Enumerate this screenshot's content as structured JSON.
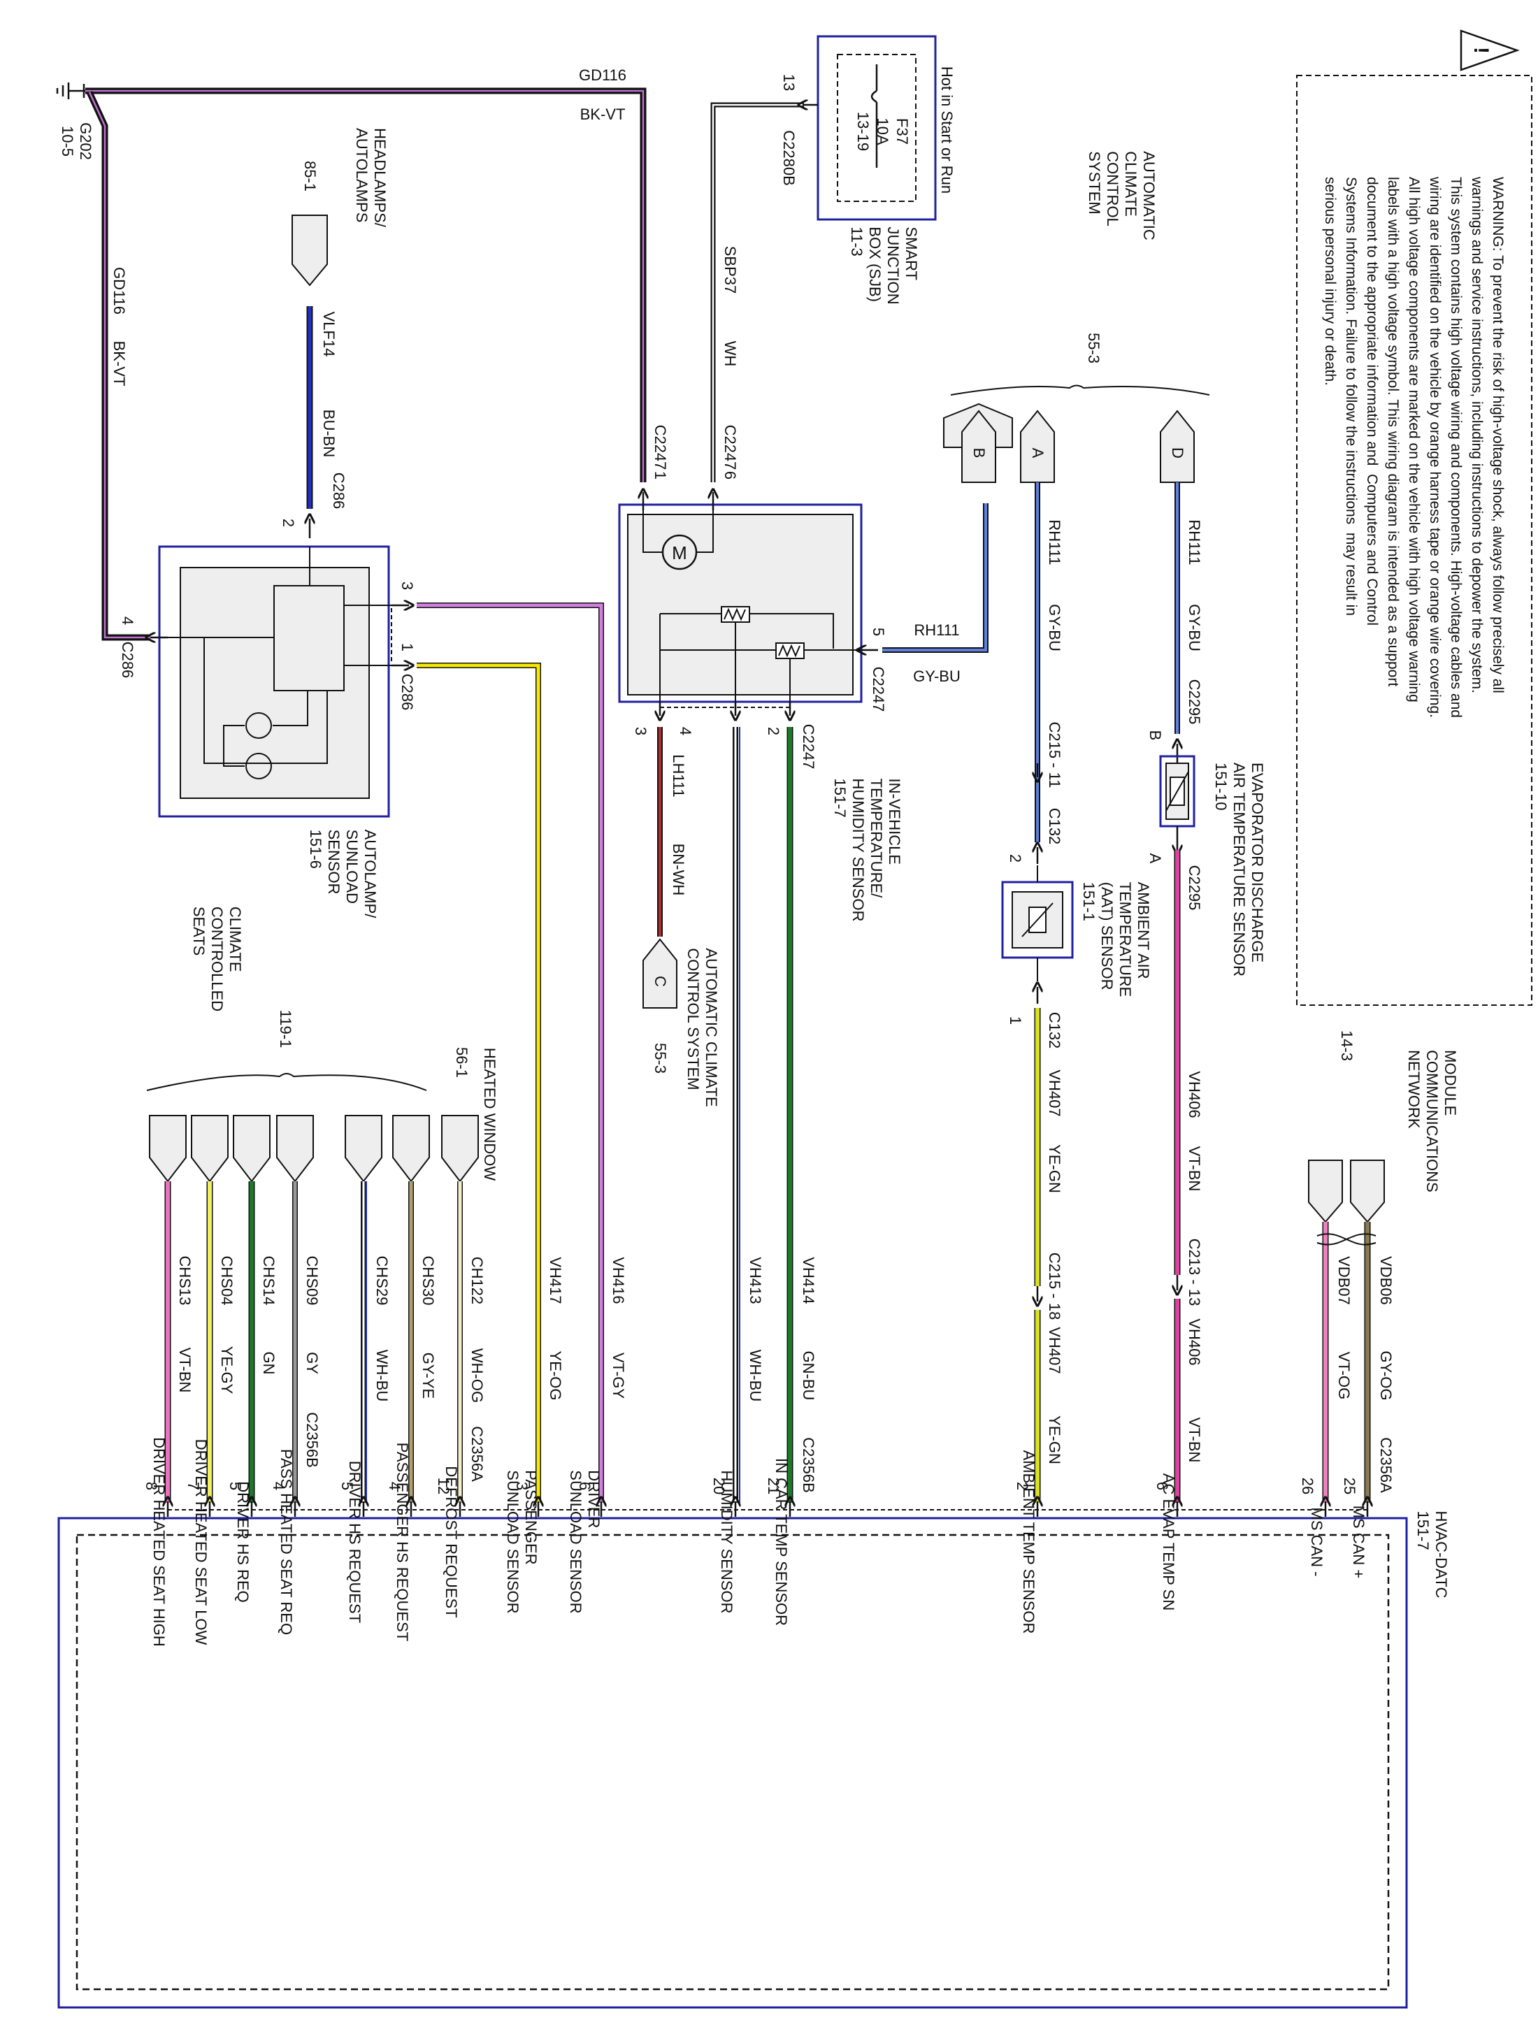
{
  "warning": {
    "text": "WARNING: To prevent the risk of high-voltage shock, always follow precisely all\nwarnings and service instructions, including instructions to depower the system.\nThis system contains high voltage wiring and components. High-voltage cables and\nwiring are identified on the vehicle by orange harness tape or orange wire covering.\nAll high voltage components are marked on the vehicle with high voltage warning\nlabels with a high voltage symbol. This wiring diagram is intended as a support\ndocument to the appropriate information and  Computers and Control\nSystems Information. Failure to follow the instructions  may result in\nserious personal injury or death.",
    "symbol": "!"
  },
  "components": {
    "ground": {
      "name": "G202",
      "ref": "10-5"
    },
    "sjb": {
      "title": "SMART\nJUNCTION\nBOX (SJB)\n11-3",
      "fuse": "F37",
      "amps": "10A",
      "ref": "13-19",
      "feed": "Hot in Start or Run",
      "connector": "C2280B",
      "pin": "13"
    },
    "headlamps": {
      "title": "HEADLAMPS/\nAUTOLAMPS",
      "ref": "85-1"
    },
    "autolamp_sensor": {
      "title": "AUTOLAMP/\nSUNLOAD\nSENSOR\n151-6"
    },
    "acc_system": {
      "title": "AUTOMATIC\nCLIMATE\nCONTROL\nSYSTEM",
      "ref": "55-3"
    },
    "acc_system2": {
      "title": "AUTOMATIC CLIMATE\nCONTROL SYSTEM",
      "ref": "55-3"
    },
    "in_vehicle_sensor": {
      "title": "IN-VEHICLE\nTEMPERATURE/\nHUMIDITY SENSOR\n151-7"
    },
    "evap_sensor": {
      "title": "EVAPORATOR DISCHARGE\nAIR TEMPERATURE SENSOR\n151-10"
    },
    "aat_sensor": {
      "title": "AMBIENT AIR\nTEMPERATURE\n(AAT) SENSOR\n151-1"
    },
    "heated_window": {
      "title": "HEATED WINDOW",
      "ref": "56-1"
    },
    "climate_seats": {
      "title": "CLIMATE\nCONTROLLED\nSEATS",
      "ref": "119-1"
    },
    "mcn": {
      "title": "MODULE\nCOMMUNICATIONS\nNETWORK",
      "ref": "14-3"
    },
    "hvac": {
      "title": "HVAC-DATC\n151-7"
    }
  },
  "connectors": {
    "c2247": "C2247",
    "c286": "C286",
    "c2295": "C2295",
    "c132": "C132",
    "c215_11": "C215 - 11",
    "c215_18": "C215 - 18",
    "c213_13": "C213 - 13",
    "c2356a": "C2356A",
    "c2356b": "C2356B"
  },
  "offpage": {
    "a": "A",
    "b": "B",
    "c": "C",
    "d": "D"
  },
  "wires": {
    "gd116_top": {
      "circuit": "GD116",
      "color": "BK-VT"
    },
    "gd116_left": {
      "circuit": "GD116",
      "color": "BK-VT"
    },
    "sbp37": {
      "circuit": "SBP37",
      "color": "WH"
    },
    "vlf14": {
      "circuit": "VLF14",
      "color": "BU-BN"
    },
    "rh111_b": {
      "circuit": "RH111",
      "color": "GY-BU"
    },
    "rh111_a": {
      "circuit": "RH111",
      "color": "GY-BU"
    },
    "rh111_d": {
      "circuit": "RH111",
      "color": "GY-BU"
    },
    "lh111": {
      "circuit": "LH111",
      "color": "BN-WH"
    },
    "vh416": {
      "circuit": "VH416",
      "color": "VT-GY"
    },
    "vh417": {
      "circuit": "VH417",
      "color": "YE-OG"
    },
    "vh413": {
      "circuit": "VH413",
      "color": "WH-BU"
    },
    "vh414": {
      "circuit": "VH414",
      "color": "GN-BU"
    },
    "vh407a": {
      "circuit": "VH407",
      "color": "YE-GN"
    },
    "vh407b": {
      "circuit": "VH407",
      "color": "YE-GN"
    },
    "vh406a": {
      "circuit": "VH406",
      "color": "VT-BN"
    },
    "vh406b": {
      "circuit": "VH406",
      "color": "VT-BN"
    },
    "vdb06": {
      "circuit": "VDB06",
      "color": "GY-OG"
    },
    "vdb07": {
      "circuit": "VDB07",
      "color": "VT-OG"
    },
    "ch122": {
      "circuit": "CH122",
      "color": "WH-OG"
    },
    "chs30": {
      "circuit": "CHS30",
      "color": "GY-YE"
    },
    "chs29": {
      "circuit": "CHS29",
      "color": "WH-BU"
    },
    "chs09": {
      "circuit": "CHS09",
      "color": "GY"
    },
    "chs14": {
      "circuit": "CHS14",
      "color": "GN"
    },
    "chs04": {
      "circuit": "CHS04",
      "color": "YE-GY"
    },
    "chs13": {
      "circuit": "CHS13",
      "color": "VT-BN"
    }
  },
  "pins": {
    "p1": "1",
    "p2": "2",
    "p3": "3",
    "p4": "4",
    "p5": "5",
    "p6": "6",
    "p7": "7",
    "p8": "8",
    "p12": "12",
    "p20": "20",
    "p21": "21",
    "p25": "25",
    "p26": "26",
    "pa": "A",
    "pb": "B"
  },
  "signals": {
    "ms_can_plus": "MS CAN +",
    "ms_can_minus": "MS CAN -",
    "ac_evap": "AC EVAP TEMP SN",
    "ambient": "AMBIENT TEMP SENSOR",
    "in_car": "IN CAR TEMP SENSOR",
    "humidity": "HUMIDITY SENSOR",
    "driver_sunload": "DRIVER\nSUNLOAD SENSOR",
    "pass_sunload": "PASSENGER\nSUNLOAD SENSOR",
    "defrost": "DEFROST REQUEST",
    "pass_hs": "PASSENGER HS REQUEST",
    "driver_hs": "DRIVER HS REQUEST",
    "pass_heated": "PASS HEATED SEAT REQ",
    "driver_hs_req": "DRIVER HS REQ",
    "driver_low": "DRIVER HEATED SEAT LOW",
    "driver_high": "DRIVER HEATED SEAT HIGH"
  },
  "colors": {
    "frame": "#2020a0",
    "purple": "#c070d0",
    "yellow": "#f0e000",
    "blue": "#2030c0",
    "green": "#1a7a2a",
    "brown": "#a02020",
    "pink": "#e040a0",
    "ygreen": "#d8e020"
  }
}
